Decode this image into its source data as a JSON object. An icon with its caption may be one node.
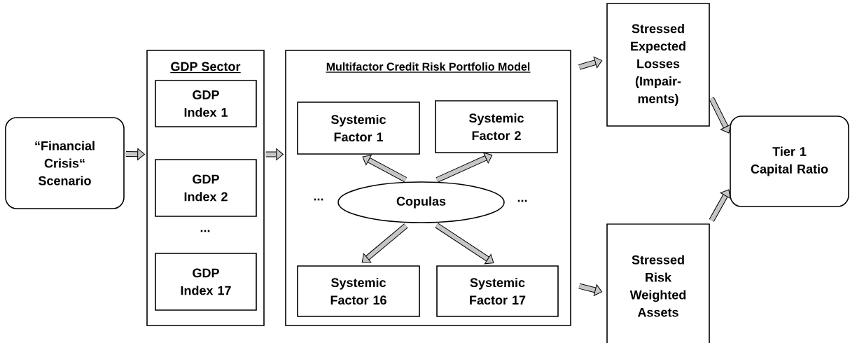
{
  "diagram": {
    "nodes": [
      {
        "text": [
          "“Financial Crisis“ Scenario"
        ]
      },
      {
        "text": [
          "GDP Sector"
        ]
      },
      {
        "text": [
          "GDP Index 1"
        ],
        "in": 1
      },
      {
        "text": [
          "GDP Index 2"
        ],
        "in": 1
      },
      {
        "text": [
          "GDP Index 17"
        ],
        "in": 1
      },
      {
        "text": [
          "Multifactor Credit Risk Portfolio Model"
        ]
      },
      {
        "text": [
          "Systemic Factor 1"
        ],
        "in": 5
      },
      {
        "text": [
          "Systemic Factor 2"
        ],
        "in": 5
      },
      {
        "text": [
          "Copulas"
        ],
        "in": 5
      },
      {
        "text": [
          "Systemic Factor 16"
        ],
        "in": 5
      },
      {
        "text": [
          "Systemic Factor 17"
        ],
        "in": 5
      },
      {
        "text": [
          "Stressed Expected Losses (Impair-ments)"
        ]
      },
      {
        "text": [
          "Stressed Risk Weighted Assets"
        ]
      },
      {
        "text": [
          "Tier 1 Capital Ratio"
        ]
      }
    ],
    "edges": [
      {
        "from": 0,
        "to": 1,
        "arrow": "to"
      },
      {
        "from": 1,
        "to": 5,
        "arrow": "to"
      },
      {
        "from": 8,
        "to": 6,
        "arrow": "to"
      },
      {
        "from": 8,
        "to": 7,
        "arrow": "to"
      },
      {
        "from": 8,
        "to": 9,
        "arrow": "to"
      },
      {
        "from": 8,
        "to": 10,
        "arrow": "to"
      },
      {
        "from": 5,
        "to": 11,
        "arrow": "to"
      },
      {
        "from": 5,
        "to": 12,
        "arrow": "to"
      },
      {
        "from": 11,
        "to": 13,
        "arrow": "to"
      },
      {
        "from": 12,
        "to": 13,
        "arrow": "to"
      }
    ],
    "labels": [
      "...",
      "...",
      "..."
    ]
  }
}
